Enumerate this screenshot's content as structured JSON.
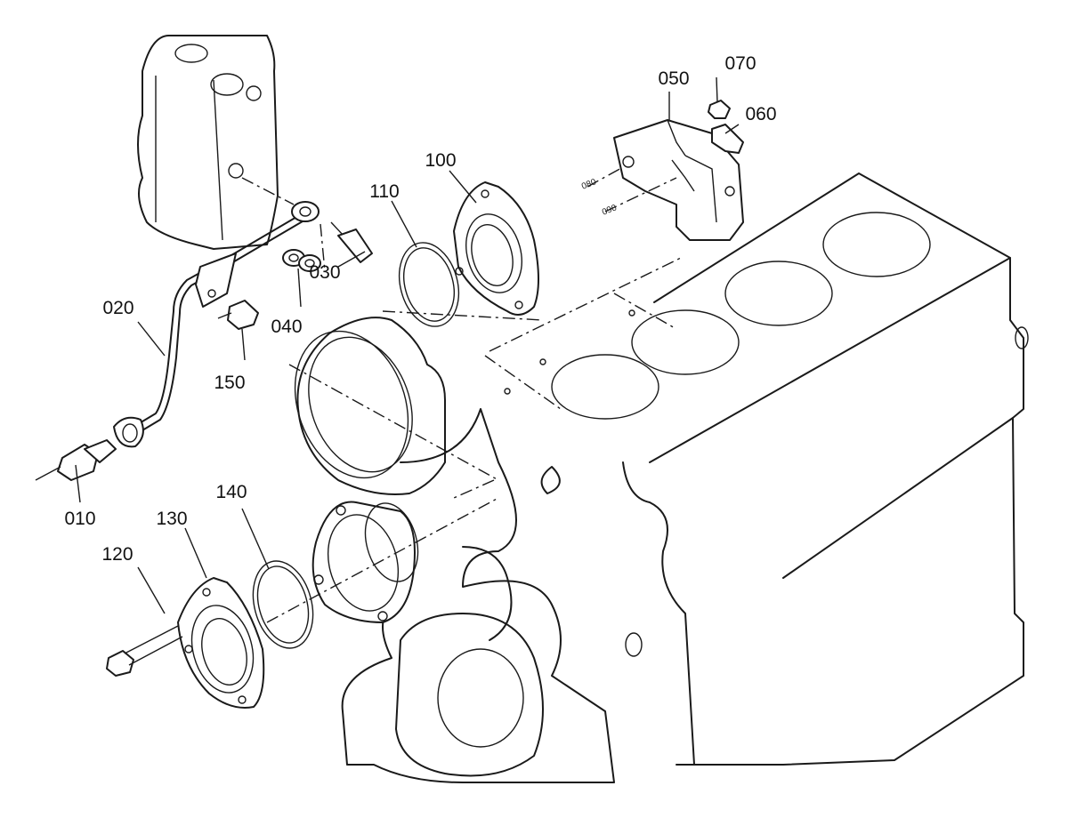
{
  "diagram": {
    "parts": [
      {
        "id": "p010",
        "label": "010"
      },
      {
        "id": "p020",
        "label": "020"
      },
      {
        "id": "p030",
        "label": "030"
      },
      {
        "id": "p040",
        "label": "040"
      },
      {
        "id": "p050",
        "label": "050"
      },
      {
        "id": "p060",
        "label": "060"
      },
      {
        "id": "p070",
        "label": "070"
      },
      {
        "id": "p100",
        "label": "100"
      },
      {
        "id": "p110",
        "label": "110"
      },
      {
        "id": "p120",
        "label": "120"
      },
      {
        "id": "p130",
        "label": "130"
      },
      {
        "id": "p140",
        "label": "140"
      },
      {
        "id": "p150",
        "label": "150"
      }
    ],
    "reference_marks": [
      "080",
      "090"
    ]
  }
}
